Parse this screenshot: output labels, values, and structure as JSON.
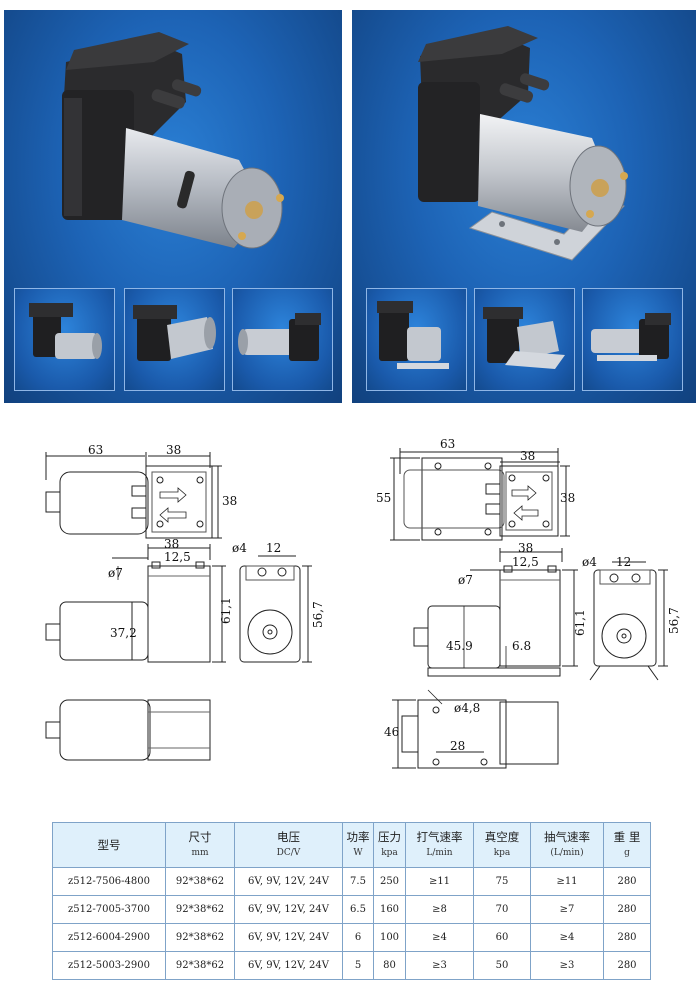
{
  "dims": {
    "left_top": {
      "width": "63",
      "depth": "38",
      "height": "38"
    },
    "left_front": {
      "top": "38",
      "offset": "12,5",
      "port_dia": "ø7",
      "motor_dia": "37,2",
      "height": "61,1"
    },
    "left_side": {
      "hole_dia": "ø4",
      "port_spacing": "12",
      "height": "56,7"
    },
    "right_top": {
      "width": "63",
      "depth": "38",
      "bracket": "55",
      "height": "38"
    },
    "right_front": {
      "top": "38",
      "offset": "12,5",
      "port_dia": "ø7",
      "motor_dia": "45.9",
      "bracket_h": "6.8",
      "height": "61,1"
    },
    "right_side": {
      "hole_dia": "ø4",
      "port_spacing": "12",
      "height": "56,7"
    },
    "right_bottom": {
      "width": "46",
      "mount_hole": "ø4,8",
      "hole_spacing": "28"
    }
  },
  "table": {
    "headers": [
      {
        "label": "型号",
        "unit": ""
      },
      {
        "label": "尺寸",
        "unit": "mm"
      },
      {
        "label": "电压",
        "unit": "DC/V"
      },
      {
        "label": "功率",
        "unit": "W"
      },
      {
        "label": "压力",
        "unit": "kpa"
      },
      {
        "label": "打气速率",
        "unit": "L/min"
      },
      {
        "label": "真空度",
        "unit": "kpa"
      },
      {
        "label": "抽气速率",
        "unit": "(L/min)"
      },
      {
        "label": "重 里",
        "unit": "g"
      }
    ],
    "rows": [
      [
        "z512-7506-4800",
        "92*38*62",
        "6V, 9V, 12V, 24V",
        "7.5",
        "250",
        "≥11",
        "75",
        "≥11",
        "280"
      ],
      [
        "z512-7005-3700",
        "92*38*62",
        "6V, 9V, 12V, 24V",
        "6.5",
        "160",
        "≥8",
        "70",
        "≥7",
        "280"
      ],
      [
        "z512-6004-2900",
        "92*38*62",
        "6V, 9V, 12V, 24V",
        "6",
        "100",
        "≥4",
        "60",
        "≥4",
        "280"
      ],
      [
        "z512-5003-2900",
        "92*38*62",
        "6V, 9V, 12V, 24V",
        "5",
        "80",
        "≥3",
        "50",
        "≥3",
        "280"
      ]
    ]
  },
  "colors": {
    "panel_blue": "#1d63b5",
    "table_header_bg": "#dff0fb",
    "table_border": "#7fa3c8"
  }
}
